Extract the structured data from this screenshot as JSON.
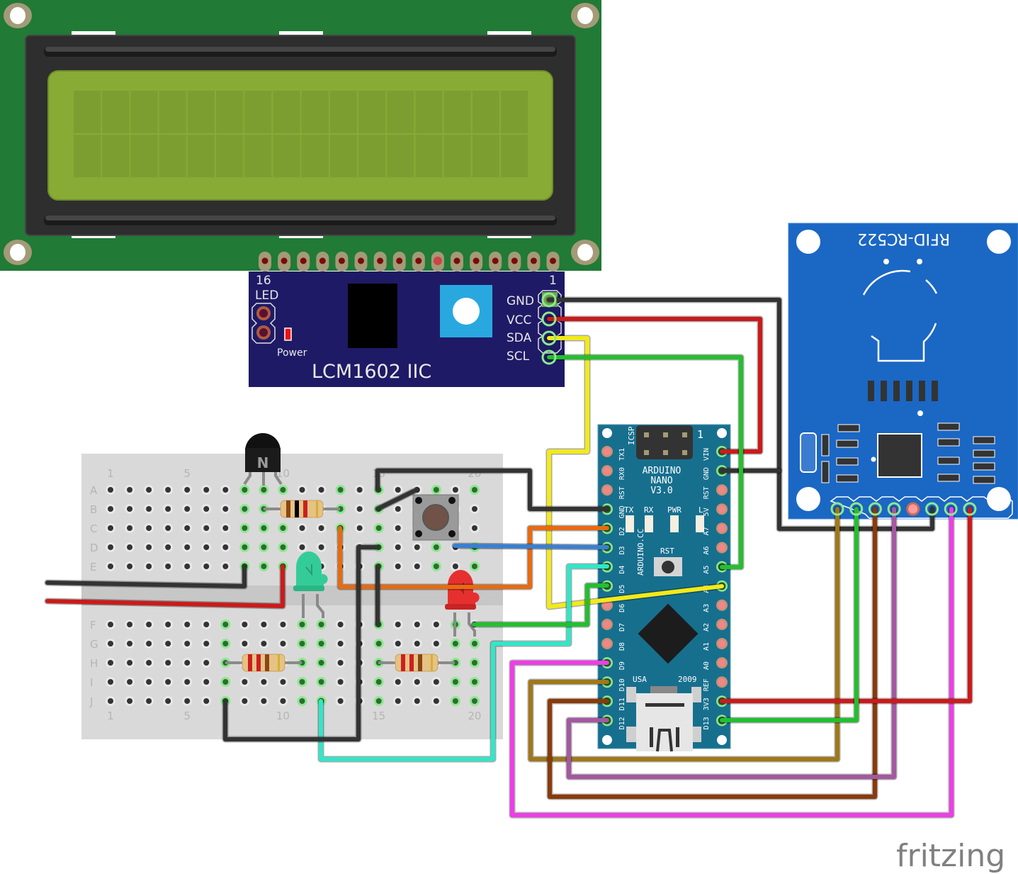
{
  "diagram": {
    "tool_logo": "fritzing",
    "lcd": {
      "name": "16x2 LCD display",
      "rows": 2,
      "columns": 16,
      "pin_count": 16,
      "colors": {
        "board": "#217a36",
        "bezel": "#2e2e2e",
        "screen": "#87ab34",
        "cell": "#7c9e31"
      }
    },
    "i2c_backpack": {
      "title": "LCM1602 IIC",
      "pin_first_label": "16",
      "pin_last_label": "1",
      "led_label": "LED",
      "power_label": "Power",
      "pins": [
        "GND",
        "VCC",
        "SDA",
        "SCL"
      ],
      "color": "#1f1a66"
    },
    "arduino": {
      "title_line1": "ARDUINO",
      "title_line2": "NANO",
      "title_line3": "V3.0",
      "icsp_label": "ICSP",
      "icsp_pin1_label": "1",
      "side_text": "ARDUINO.CC",
      "leds": [
        "TX",
        "RX",
        "PWR",
        "L"
      ],
      "reset_label": "RST",
      "usa_label": "USA",
      "year_label": "2009",
      "left_pins": [
        "TX1",
        "RX0",
        "RST",
        "GND",
        "D2",
        "D3",
        "D4",
        "D5",
        "D6",
        "D7",
        "D8",
        "D9",
        "D10",
        "D11",
        "D12"
      ],
      "right_pins": [
        "VIN",
        "GND",
        "RST",
        "5V",
        "A7",
        "A6",
        "A5",
        "A4",
        "A3",
        "A2",
        "A1",
        "A0",
        "REF",
        "3V3",
        "D13"
      ],
      "color": "#176f8e"
    },
    "rfid": {
      "title": "RFID-RC522",
      "pin_count": 8,
      "color": "#1b67c4"
    },
    "breadboard": {
      "row_labels_top": [
        "A",
        "B",
        "C",
        "D",
        "E"
      ],
      "row_labels_bottom": [
        "F",
        "G",
        "H",
        "I",
        "J"
      ],
      "column_labels": [
        "1",
        "5",
        "10",
        "15",
        "20"
      ],
      "columns": 20
    },
    "components": [
      {
        "type": "NPN transistor",
        "label": "N"
      },
      {
        "type": "resistor",
        "bands": [
          "#8b4513",
          "#000000",
          "#cc1f1f",
          "#d4af37"
        ]
      },
      {
        "type": "resistor",
        "bands": [
          "#cc1f1f",
          "#cc1f1f",
          "#8b4513",
          "#d4af37"
        ]
      },
      {
        "type": "resistor",
        "bands": [
          "#cc1f1f",
          "#cc1f1f",
          "#8b4513",
          "#d4af37"
        ]
      },
      {
        "type": "LED",
        "color": "green"
      },
      {
        "type": "LED",
        "color": "red"
      },
      {
        "type": "push button"
      }
    ],
    "wire_colors": {
      "black": "#333333",
      "red": "#cc1a1a",
      "yellow": "#f2ea1a",
      "green": "#22c02e",
      "orange": "#e86a10",
      "blue": "#3a7fd0",
      "cyan": "#2ee8c8",
      "magenta": "#f03ce8",
      "ochre": "#a07818",
      "brown": "#8a3a08",
      "purple": "#a458a0"
    }
  }
}
